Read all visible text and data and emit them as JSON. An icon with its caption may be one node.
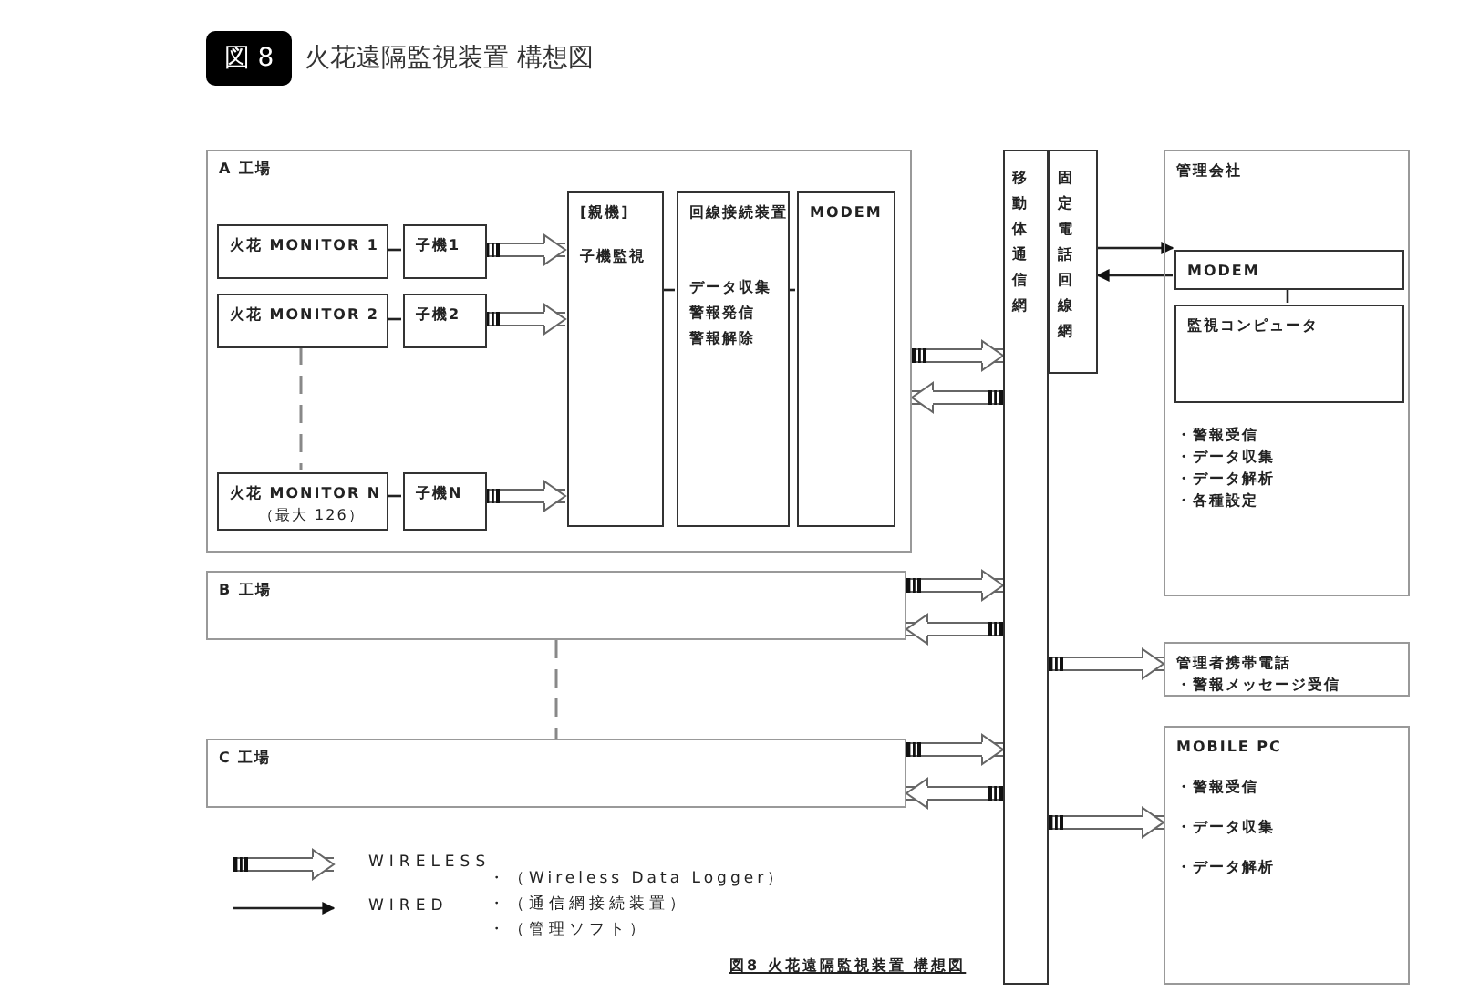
{
  "diagram": {
    "title": "火花遠隔監視装置 構想図",
    "caption": "図8 火花遠隔監視装置 構想図",
    "nodes": [
      {
        "text": [
          "A 工場"
        ]
      },
      {
        "text": [
          "火花 MONITOR 1"
        ],
        "in": 0
      },
      {
        "text": [
          "子機1"
        ],
        "in": 0
      },
      {
        "text": [
          "火花 MONITOR 2"
        ],
        "in": 0
      },
      {
        "text": [
          "子機2"
        ],
        "in": 0
      },
      {
        "text": [
          "火花 MONITOR N",
          "（最大 126）"
        ],
        "in": 0
      },
      {
        "text": [
          "子機N"
        ],
        "in": 0
      },
      {
        "text": [
          "[親機]",
          "子機監視"
        ],
        "in": 0
      },
      {
        "text": [
          "回線接続装置",
          "データ収集",
          "警報発信",
          "警報解除"
        ],
        "in": 0
      },
      {
        "text": [
          "MODEM"
        ],
        "in": 0
      },
      {
        "text": [
          "B 工場"
        ]
      },
      {
        "text": [
          "C 工場"
        ]
      },
      {
        "text": [
          "移動体通信網"
        ]
      },
      {
        "text": [
          "固定電話回線網"
        ]
      },
      {
        "text": [
          "管理会社",
          "・警報受信",
          "・データ収集",
          "・データ解析",
          "・各種設定"
        ]
      },
      {
        "text": [
          "MODEM"
        ],
        "in": 14
      },
      {
        "text": [
          "監視コンピュータ"
        ],
        "in": 14
      },
      {
        "text": [
          "管理者携帯電話",
          "・警報メッセージ受信"
        ]
      },
      {
        "text": [
          "MOBILE PC",
          "・警報受信",
          "・データ収集",
          "・データ解析"
        ]
      }
    ],
    "edges": [
      {
        "from": 1,
        "to": 2,
        "arrow": "none"
      },
      {
        "from": 3,
        "to": 4,
        "arrow": "none"
      },
      {
        "from": 5,
        "to": 6,
        "arrow": "none"
      },
      {
        "from": 3,
        "to": 5,
        "arrow": "none",
        "style": "dashed",
        "color": "#888888"
      },
      {
        "from": 2,
        "to": 7,
        "arrow": "to",
        "style": "thick"
      },
      {
        "from": 4,
        "to": 7,
        "arrow": "to",
        "style": "thick"
      },
      {
        "from": 6,
        "to": 7,
        "arrow": "to",
        "style": "thick"
      },
      {
        "from": 7,
        "to": 8,
        "arrow": "none"
      },
      {
        "from": 8,
        "to": 9,
        "arrow": "none"
      },
      {
        "from": 0,
        "to": 12,
        "arrow": "to",
        "style": "thick"
      },
      {
        "from": 12,
        "to": 0,
        "arrow": "to",
        "style": "thick"
      },
      {
        "from": 10,
        "to": 12,
        "arrow": "to",
        "style": "thick"
      },
      {
        "from": 12,
        "to": 10,
        "arrow": "to",
        "style": "thick"
      },
      {
        "from": 10,
        "to": 11,
        "arrow": "none",
        "style": "dashed",
        "color": "#888888"
      },
      {
        "from": 11,
        "to": 12,
        "arrow": "to",
        "style": "thick"
      },
      {
        "from": 12,
        "to": 11,
        "arrow": "to",
        "style": "thick"
      },
      {
        "from": 13,
        "to": 15,
        "arrow": "to"
      },
      {
        "from": 15,
        "to": 13,
        "arrow": "to"
      },
      {
        "from": 15,
        "to": 16,
        "arrow": "none"
      },
      {
        "from": 12,
        "to": 17,
        "arrow": "to",
        "style": "thick"
      },
      {
        "from": 12,
        "to": 18,
        "arrow": "to",
        "style": "thick"
      }
    ],
    "labels": [
      "図 8",
      "・（Wireless Data Logger）",
      "・（通信網接続装置）",
      "・（管理ソフト）"
    ],
    "legend": [
      {
        "text": "WIRELESS"
      },
      {
        "text": "WIRED"
      }
    ]
  }
}
